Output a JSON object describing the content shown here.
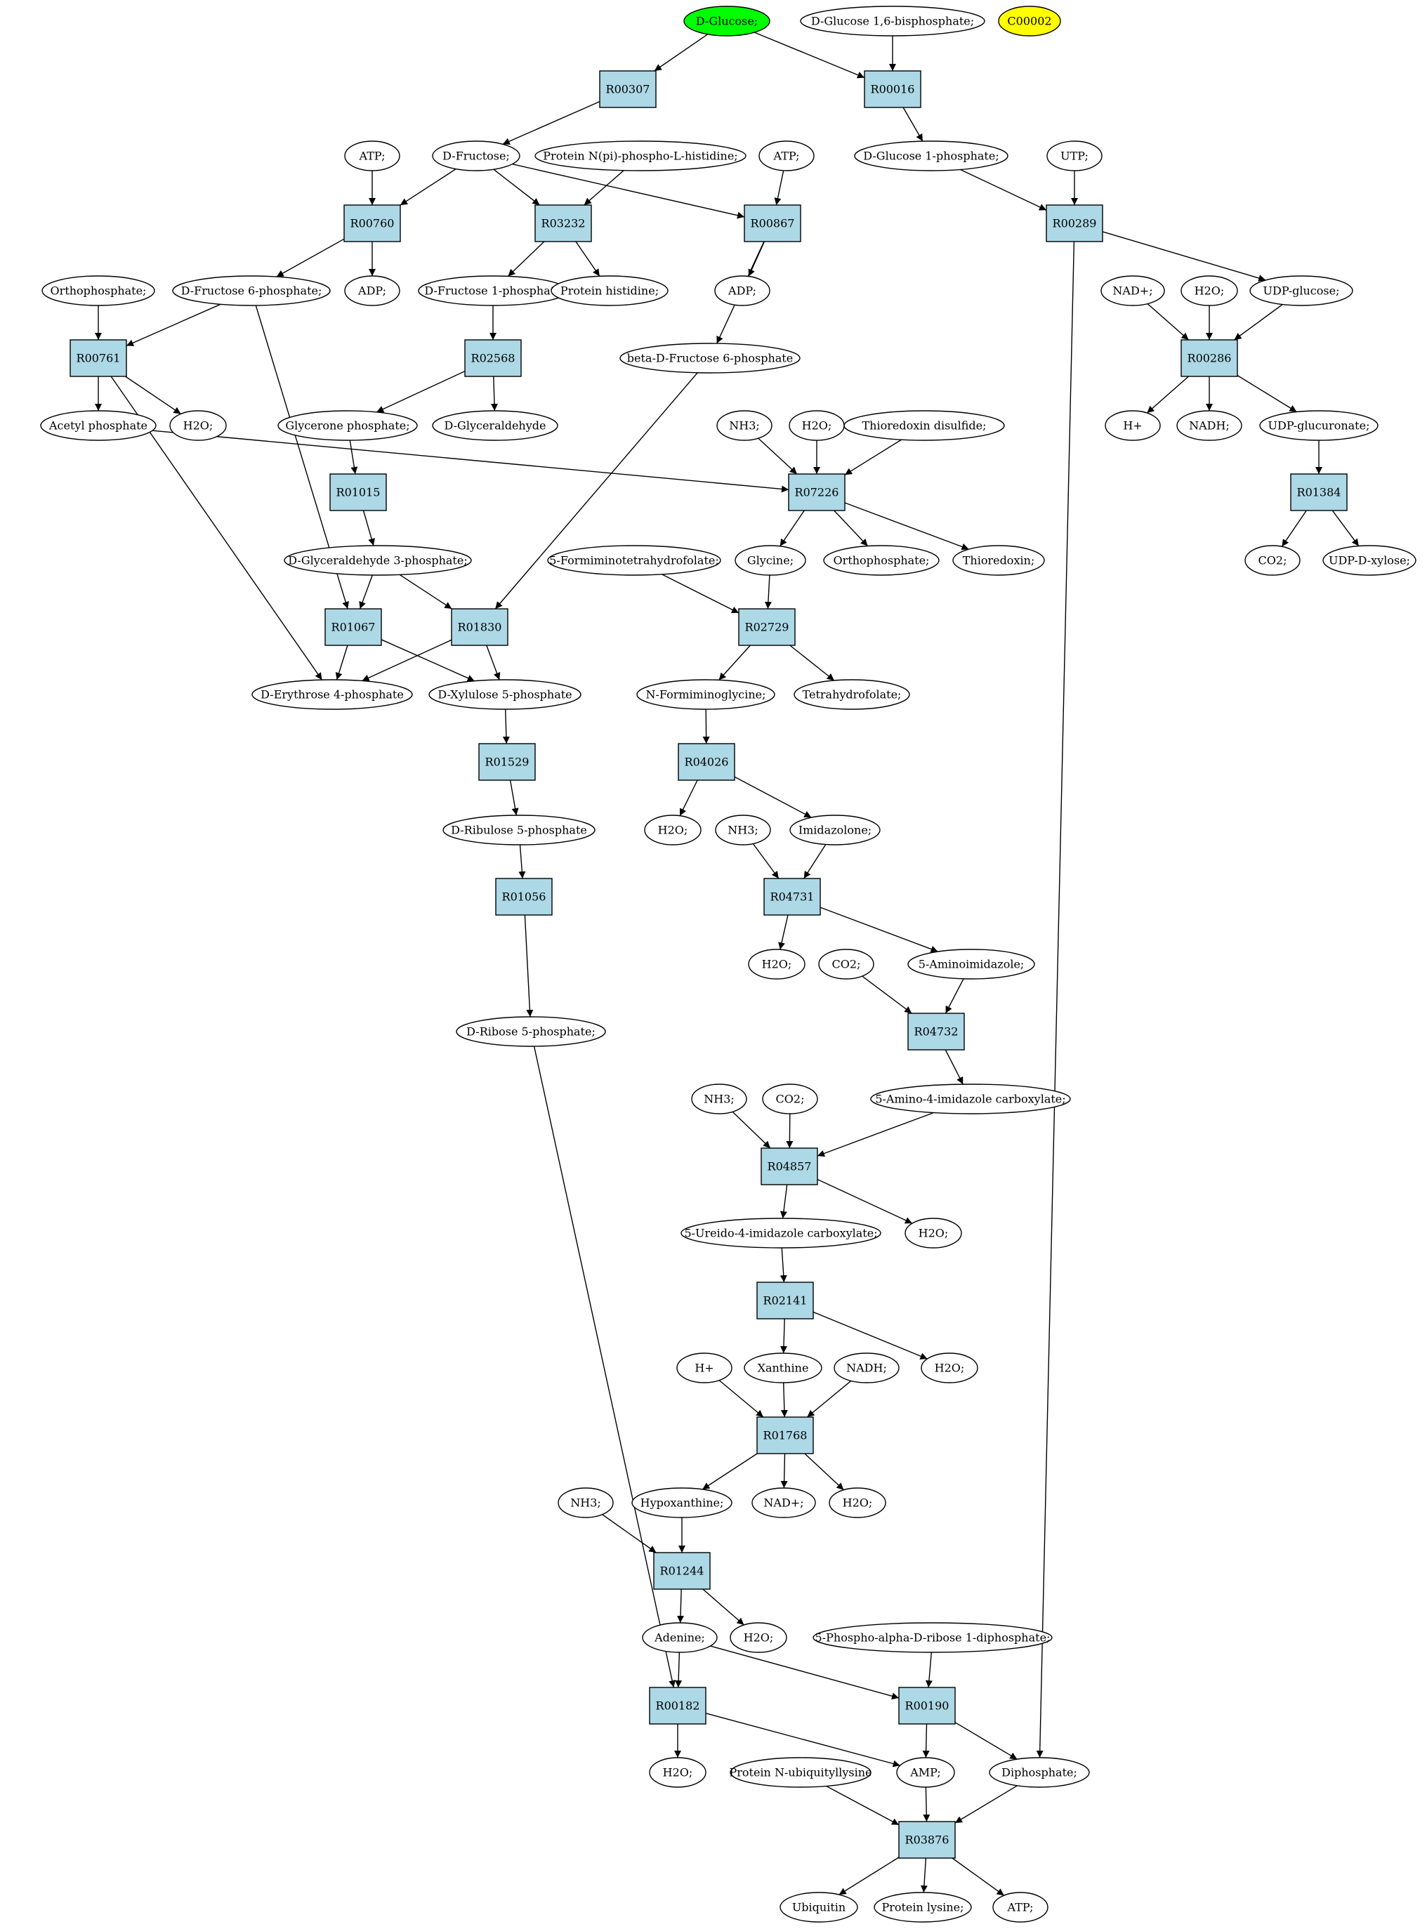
{
  "compounds": [
    {
      "id": "glc",
      "label": "D-Glucose;",
      "fill": "#00ff00"
    },
    {
      "id": "glc16bp",
      "label": "D-Glucose 1,6-bisphosphate;",
      "fill": "#ffffff"
    },
    {
      "id": "c00002",
      "label": "C00002",
      "fill": "#ffff00"
    },
    {
      "id": "atp1",
      "label": "ATP;",
      "fill": "#ffffff"
    },
    {
      "id": "fru",
      "label": "D-Fructose;",
      "fill": "#ffffff"
    },
    {
      "id": "protnpi",
      "label": "Protein N(pi)-phospho-L-histidine;",
      "fill": "#ffffff"
    },
    {
      "id": "atp2",
      "label": "ATP;",
      "fill": "#ffffff"
    },
    {
      "id": "glc1p",
      "label": "D-Glucose 1-phosphate;",
      "fill": "#ffffff"
    },
    {
      "id": "utp",
      "label": "UTP;",
      "fill": "#ffffff"
    },
    {
      "id": "orthop1",
      "label": "Orthophosphate;",
      "fill": "#ffffff"
    },
    {
      "id": "f6p",
      "label": "D-Fructose 6-phosphate;",
      "fill": "#ffffff"
    },
    {
      "id": "adp1",
      "label": "ADP;",
      "fill": "#ffffff"
    },
    {
      "id": "f1p",
      "label": "D-Fructose 1-phosphate",
      "fill": "#ffffff"
    },
    {
      "id": "prothis",
      "label": "Protein histidine;",
      "fill": "#ffffff"
    },
    {
      "id": "adp2",
      "label": "ADP;",
      "fill": "#ffffff"
    },
    {
      "id": "nadp",
      "label": "NAD+;",
      "fill": "#ffffff"
    },
    {
      "id": "h2o_u",
      "label": "H2O;",
      "fill": "#ffffff"
    },
    {
      "id": "udpglc",
      "label": "UDP-glucose;",
      "fill": "#ffffff"
    },
    {
      "id": "bf6p",
      "label": "beta-D-Fructose 6-phosphate",
      "fill": "#ffffff"
    },
    {
      "id": "acp",
      "label": "Acetyl phosphate",
      "fill": "#ffffff"
    },
    {
      "id": "h2o_a",
      "label": "H2O;",
      "fill": "#ffffff"
    },
    {
      "id": "glyp",
      "label": "Glycerone phosphate;",
      "fill": "#ffffff"
    },
    {
      "id": "glyald",
      "label": "D-Glyceraldehyde",
      "fill": "#ffffff"
    },
    {
      "id": "nh3_1",
      "label": "NH3;",
      "fill": "#ffffff"
    },
    {
      "id": "h2o_t",
      "label": "H2O;",
      "fill": "#ffffff"
    },
    {
      "id": "trxss",
      "label": "Thioredoxin disulfide;",
      "fill": "#ffffff"
    },
    {
      "id": "hplus1",
      "label": "H+",
      "fill": "#ffffff"
    },
    {
      "id": "nadh1",
      "label": "NADH;",
      "fill": "#ffffff"
    },
    {
      "id": "udpgluc",
      "label": "UDP-glucuronate;",
      "fill": "#ffffff"
    },
    {
      "id": "g3p",
      "label": "D-Glyceraldehyde 3-phosphate;",
      "fill": "#ffffff"
    },
    {
      "id": "fthf",
      "label": "5-Formiminotetrahydrofolate;",
      "fill": "#ffffff"
    },
    {
      "id": "gly",
      "label": "Glycine;",
      "fill": "#ffffff"
    },
    {
      "id": "orthop2",
      "label": "Orthophosphate;",
      "fill": "#ffffff"
    },
    {
      "id": "trx",
      "label": "Thioredoxin;",
      "fill": "#ffffff"
    },
    {
      "id": "co2_1",
      "label": "CO2;",
      "fill": "#ffffff"
    },
    {
      "id": "udpxyl",
      "label": "UDP-D-xylose;",
      "fill": "#ffffff"
    },
    {
      "id": "e4p",
      "label": "D-Erythrose 4-phosphate",
      "fill": "#ffffff"
    },
    {
      "id": "x5p",
      "label": "D-Xylulose 5-phosphate",
      "fill": "#ffffff"
    },
    {
      "id": "nfgly",
      "label": "N-Formiminoglycine;",
      "fill": "#ffffff"
    },
    {
      "id": "thf",
      "label": "Tetrahydrofolate;",
      "fill": "#ffffff"
    },
    {
      "id": "ru5p",
      "label": "D-Ribulose 5-phosphate",
      "fill": "#ffffff"
    },
    {
      "id": "h2o_b",
      "label": "H2O;",
      "fill": "#ffffff"
    },
    {
      "id": "nh3_2",
      "label": "NH3;",
      "fill": "#ffffff"
    },
    {
      "id": "imz",
      "label": "Imidazolone;",
      "fill": "#ffffff"
    },
    {
      "id": "h2o_c",
      "label": "H2O;",
      "fill": "#ffffff"
    },
    {
      "id": "co2_2",
      "label": "CO2;",
      "fill": "#ffffff"
    },
    {
      "id": "aimz",
      "label": "5-Aminoimidazole;",
      "fill": "#ffffff"
    },
    {
      "id": "r5p",
      "label": "D-Ribose 5-phosphate;",
      "fill": "#ffffff"
    },
    {
      "id": "aic",
      "label": "5-Amino-4-imidazole carboxylate;",
      "fill": "#ffffff"
    },
    {
      "id": "nh3_3",
      "label": "NH3;",
      "fill": "#ffffff"
    },
    {
      "id": "co2_3",
      "label": "CO2;",
      "fill": "#ffffff"
    },
    {
      "id": "uic",
      "label": "5-Ureido-4-imidazole carboxylate;",
      "fill": "#ffffff"
    },
    {
      "id": "h2o_d",
      "label": "H2O;",
      "fill": "#ffffff"
    },
    {
      "id": "hplus2",
      "label": "H+",
      "fill": "#ffffff"
    },
    {
      "id": "xan",
      "label": "Xanthine",
      "fill": "#ffffff"
    },
    {
      "id": "nadh2",
      "label": "NADH;",
      "fill": "#ffffff"
    },
    {
      "id": "h2o_e",
      "label": "H2O;",
      "fill": "#ffffff"
    },
    {
      "id": "nh3_4",
      "label": "NH3;",
      "fill": "#ffffff"
    },
    {
      "id": "hyp",
      "label": "Hypoxanthine;",
      "fill": "#ffffff"
    },
    {
      "id": "nadp2",
      "label": "NAD+;",
      "fill": "#ffffff"
    },
    {
      "id": "h2o_f",
      "label": "H2O;",
      "fill": "#ffffff"
    },
    {
      "id": "ade",
      "label": "Adenine;",
      "fill": "#ffffff"
    },
    {
      "id": "h2o_g",
      "label": "H2O;",
      "fill": "#ffffff"
    },
    {
      "id": "prpp",
      "label": "5-Phospho-alpha-D-ribose 1-diphosphate;",
      "fill": "#ffffff"
    },
    {
      "id": "h2o_h",
      "label": "H2O;",
      "fill": "#ffffff"
    },
    {
      "id": "protub",
      "label": "Protein N-ubiquityllysine",
      "fill": "#ffffff"
    },
    {
      "id": "amp",
      "label": "AMP;",
      "fill": "#ffffff"
    },
    {
      "id": "ppi",
      "label": "Diphosphate;",
      "fill": "#ffffff"
    },
    {
      "id": "ub",
      "label": "Ubiquitin",
      "fill": "#ffffff"
    },
    {
      "id": "protlys",
      "label": "Protein lysine;",
      "fill": "#ffffff"
    },
    {
      "id": "atp3",
      "label": "ATP;",
      "fill": "#ffffff"
    }
  ],
  "reactions": [
    {
      "id": "R00307",
      "label": "R00307",
      "fill": "#add8e6"
    },
    {
      "id": "R00016",
      "label": "R00016",
      "fill": "#add8e6"
    },
    {
      "id": "R00760",
      "label": "R00760",
      "fill": "#add8e6"
    },
    {
      "id": "R03232",
      "label": "R03232",
      "fill": "#add8e6"
    },
    {
      "id": "R00867",
      "label": "R00867",
      "fill": "#add8e6"
    },
    {
      "id": "R00289",
      "label": "R00289",
      "fill": "#add8e6"
    },
    {
      "id": "R00761",
      "label": "R00761",
      "fill": "#add8e6"
    },
    {
      "id": "R02568",
      "label": "R02568",
      "fill": "#add8e6"
    },
    {
      "id": "R00286",
      "label": "R00286",
      "fill": "#add8e6"
    },
    {
      "id": "R01015",
      "label": "R01015",
      "fill": "#add8e6"
    },
    {
      "id": "R07226",
      "label": "R07226",
      "fill": "#add8e6"
    },
    {
      "id": "R01384",
      "label": "R01384",
      "fill": "#add8e6"
    },
    {
      "id": "R01067",
      "label": "R01067",
      "fill": "#add8e6"
    },
    {
      "id": "R01830",
      "label": "R01830",
      "fill": "#add8e6"
    },
    {
      "id": "R02729",
      "label": "R02729",
      "fill": "#add8e6"
    },
    {
      "id": "R01529",
      "label": "R01529",
      "fill": "#add8e6"
    },
    {
      "id": "R04026",
      "label": "R04026",
      "fill": "#add8e6"
    },
    {
      "id": "R01056",
      "label": "R01056",
      "fill": "#add8e6"
    },
    {
      "id": "R04731",
      "label": "R04731",
      "fill": "#add8e6"
    },
    {
      "id": "R04732",
      "label": "R04732",
      "fill": "#add8e6"
    },
    {
      "id": "R04857",
      "label": "R04857",
      "fill": "#add8e6"
    },
    {
      "id": "R02141",
      "label": "R02141",
      "fill": "#add8e6"
    },
    {
      "id": "R01768",
      "label": "R01768",
      "fill": "#add8e6"
    },
    {
      "id": "R01244",
      "label": "R01244",
      "fill": "#add8e6"
    },
    {
      "id": "R00182",
      "label": "R00182",
      "fill": "#add8e6"
    },
    {
      "id": "R00190",
      "label": "R00190",
      "fill": "#add8e6"
    },
    {
      "id": "R03876",
      "label": "R03876",
      "fill": "#add8e6"
    }
  ],
  "edges": [
    [
      "glc",
      "R00307"
    ],
    [
      "glc",
      "R00016"
    ],
    [
      "glc16bp",
      "R00016"
    ],
    [
      "R00307",
      "fru"
    ],
    [
      "R00016",
      "glc1p"
    ],
    [
      "atp1",
      "R00760"
    ],
    [
      "fru",
      "R00760"
    ],
    [
      "fru",
      "R03232"
    ],
    [
      "fru",
      "R00867"
    ],
    [
      "protnpi",
      "R03232"
    ],
    [
      "atp2",
      "R00867"
    ],
    [
      "glc1p",
      "R00289"
    ],
    [
      "utp",
      "R00289"
    ],
    [
      "R00760",
      "f6p"
    ],
    [
      "R00760",
      "adp1"
    ],
    [
      "R03232",
      "f1p"
    ],
    [
      "R03232",
      "prothis"
    ],
    [
      "R00867",
      "adp2"
    ],
    [
      "R00867",
      "bf6p"
    ],
    [
      "R00289",
      "udpglc"
    ],
    [
      "R00289",
      "ppi"
    ],
    [
      "orthop1",
      "R00761"
    ],
    [
      "f6p",
      "R00761"
    ],
    [
      "f6p",
      "R01067"
    ],
    [
      "f1p",
      "R02568"
    ],
    [
      "nadp",
      "R00286"
    ],
    [
      "h2o_u",
      "R00286"
    ],
    [
      "udpglc",
      "R00286"
    ],
    [
      "R00761",
      "acp"
    ],
    [
      "R00761",
      "h2o_a"
    ],
    [
      "R00761",
      "e4p"
    ],
    [
      "R02568",
      "glyp"
    ],
    [
      "R02568",
      "glyald"
    ],
    [
      "R00286",
      "hplus1"
    ],
    [
      "R00286",
      "nadh1"
    ],
    [
      "R00286",
      "udpgluc"
    ],
    [
      "acp",
      "R07226"
    ],
    [
      "nh3_1",
      "R07226"
    ],
    [
      "h2o_t",
      "R07226"
    ],
    [
      "trxss",
      "R07226"
    ],
    [
      "glyp",
      "R01015"
    ],
    [
      "udpgluc",
      "R01384"
    ],
    [
      "R01015",
      "g3p"
    ],
    [
      "R07226",
      "gly"
    ],
    [
      "R07226",
      "orthop2"
    ],
    [
      "R07226",
      "trx"
    ],
    [
      "R01384",
      "co2_1"
    ],
    [
      "R01384",
      "udpxyl"
    ],
    [
      "g3p",
      "R01067"
    ],
    [
      "g3p",
      "R01830"
    ],
    [
      "bf6p",
      "R01830"
    ],
    [
      "fthf",
      "R02729"
    ],
    [
      "gly",
      "R02729"
    ],
    [
      "R01067",
      "e4p"
    ],
    [
      "R01067",
      "x5p"
    ],
    [
      "R01830",
      "e4p"
    ],
    [
      "R01830",
      "x5p"
    ],
    [
      "R02729",
      "nfgly"
    ],
    [
      "R02729",
      "thf"
    ],
    [
      "x5p",
      "R01529"
    ],
    [
      "nfgly",
      "R04026"
    ],
    [
      "R01529",
      "ru5p"
    ],
    [
      "R04026",
      "h2o_b"
    ],
    [
      "R04026",
      "imz"
    ],
    [
      "ru5p",
      "R01056"
    ],
    [
      "nh3_2",
      "R04731"
    ],
    [
      "imz",
      "R04731"
    ],
    [
      "R01056",
      "r5p"
    ],
    [
      "R04731",
      "h2o_c"
    ],
    [
      "R04731",
      "aimz"
    ],
    [
      "co2_2",
      "R04732"
    ],
    [
      "aimz",
      "R04732"
    ],
    [
      "R04732",
      "aic"
    ],
    [
      "nh3_3",
      "R04857"
    ],
    [
      "co2_3",
      "R04857"
    ],
    [
      "aic",
      "R04857"
    ],
    [
      "R04857",
      "uic"
    ],
    [
      "R04857",
      "h2o_d"
    ],
    [
      "uic",
      "R02141"
    ],
    [
      "R02141",
      "xan"
    ],
    [
      "R02141",
      "h2o_e"
    ],
    [
      "hplus2",
      "R01768"
    ],
    [
      "xan",
      "R01768"
    ],
    [
      "nadh2",
      "R01768"
    ],
    [
      "R01768",
      "hyp"
    ],
    [
      "R01768",
      "nadp2"
    ],
    [
      "R01768",
      "h2o_f"
    ],
    [
      "nh3_4",
      "R01244"
    ],
    [
      "hyp",
      "R01244"
    ],
    [
      "R01244",
      "ade"
    ],
    [
      "R01244",
      "h2o_g"
    ],
    [
      "ade",
      "R00182"
    ],
    [
      "r5p",
      "R00182"
    ],
    [
      "ade",
      "R00190"
    ],
    [
      "prpp",
      "R00190"
    ],
    [
      "R00182",
      "h2o_h"
    ],
    [
      "R00182",
      "amp"
    ],
    [
      "R00190",
      "amp"
    ],
    [
      "R00190",
      "ppi"
    ],
    [
      "protub",
      "R03876"
    ],
    [
      "amp",
      "R03876"
    ],
    [
      "ppi",
      "R03876"
    ],
    [
      "R03876",
      "ub"
    ],
    [
      "R03876",
      "protlys"
    ],
    [
      "R03876",
      "atp3"
    ]
  ],
  "colors": {
    "reaction": "#add8e6",
    "start_compound": "#00ff00",
    "highlight_compound": "#ffff00",
    "edge": "#000000"
  }
}
